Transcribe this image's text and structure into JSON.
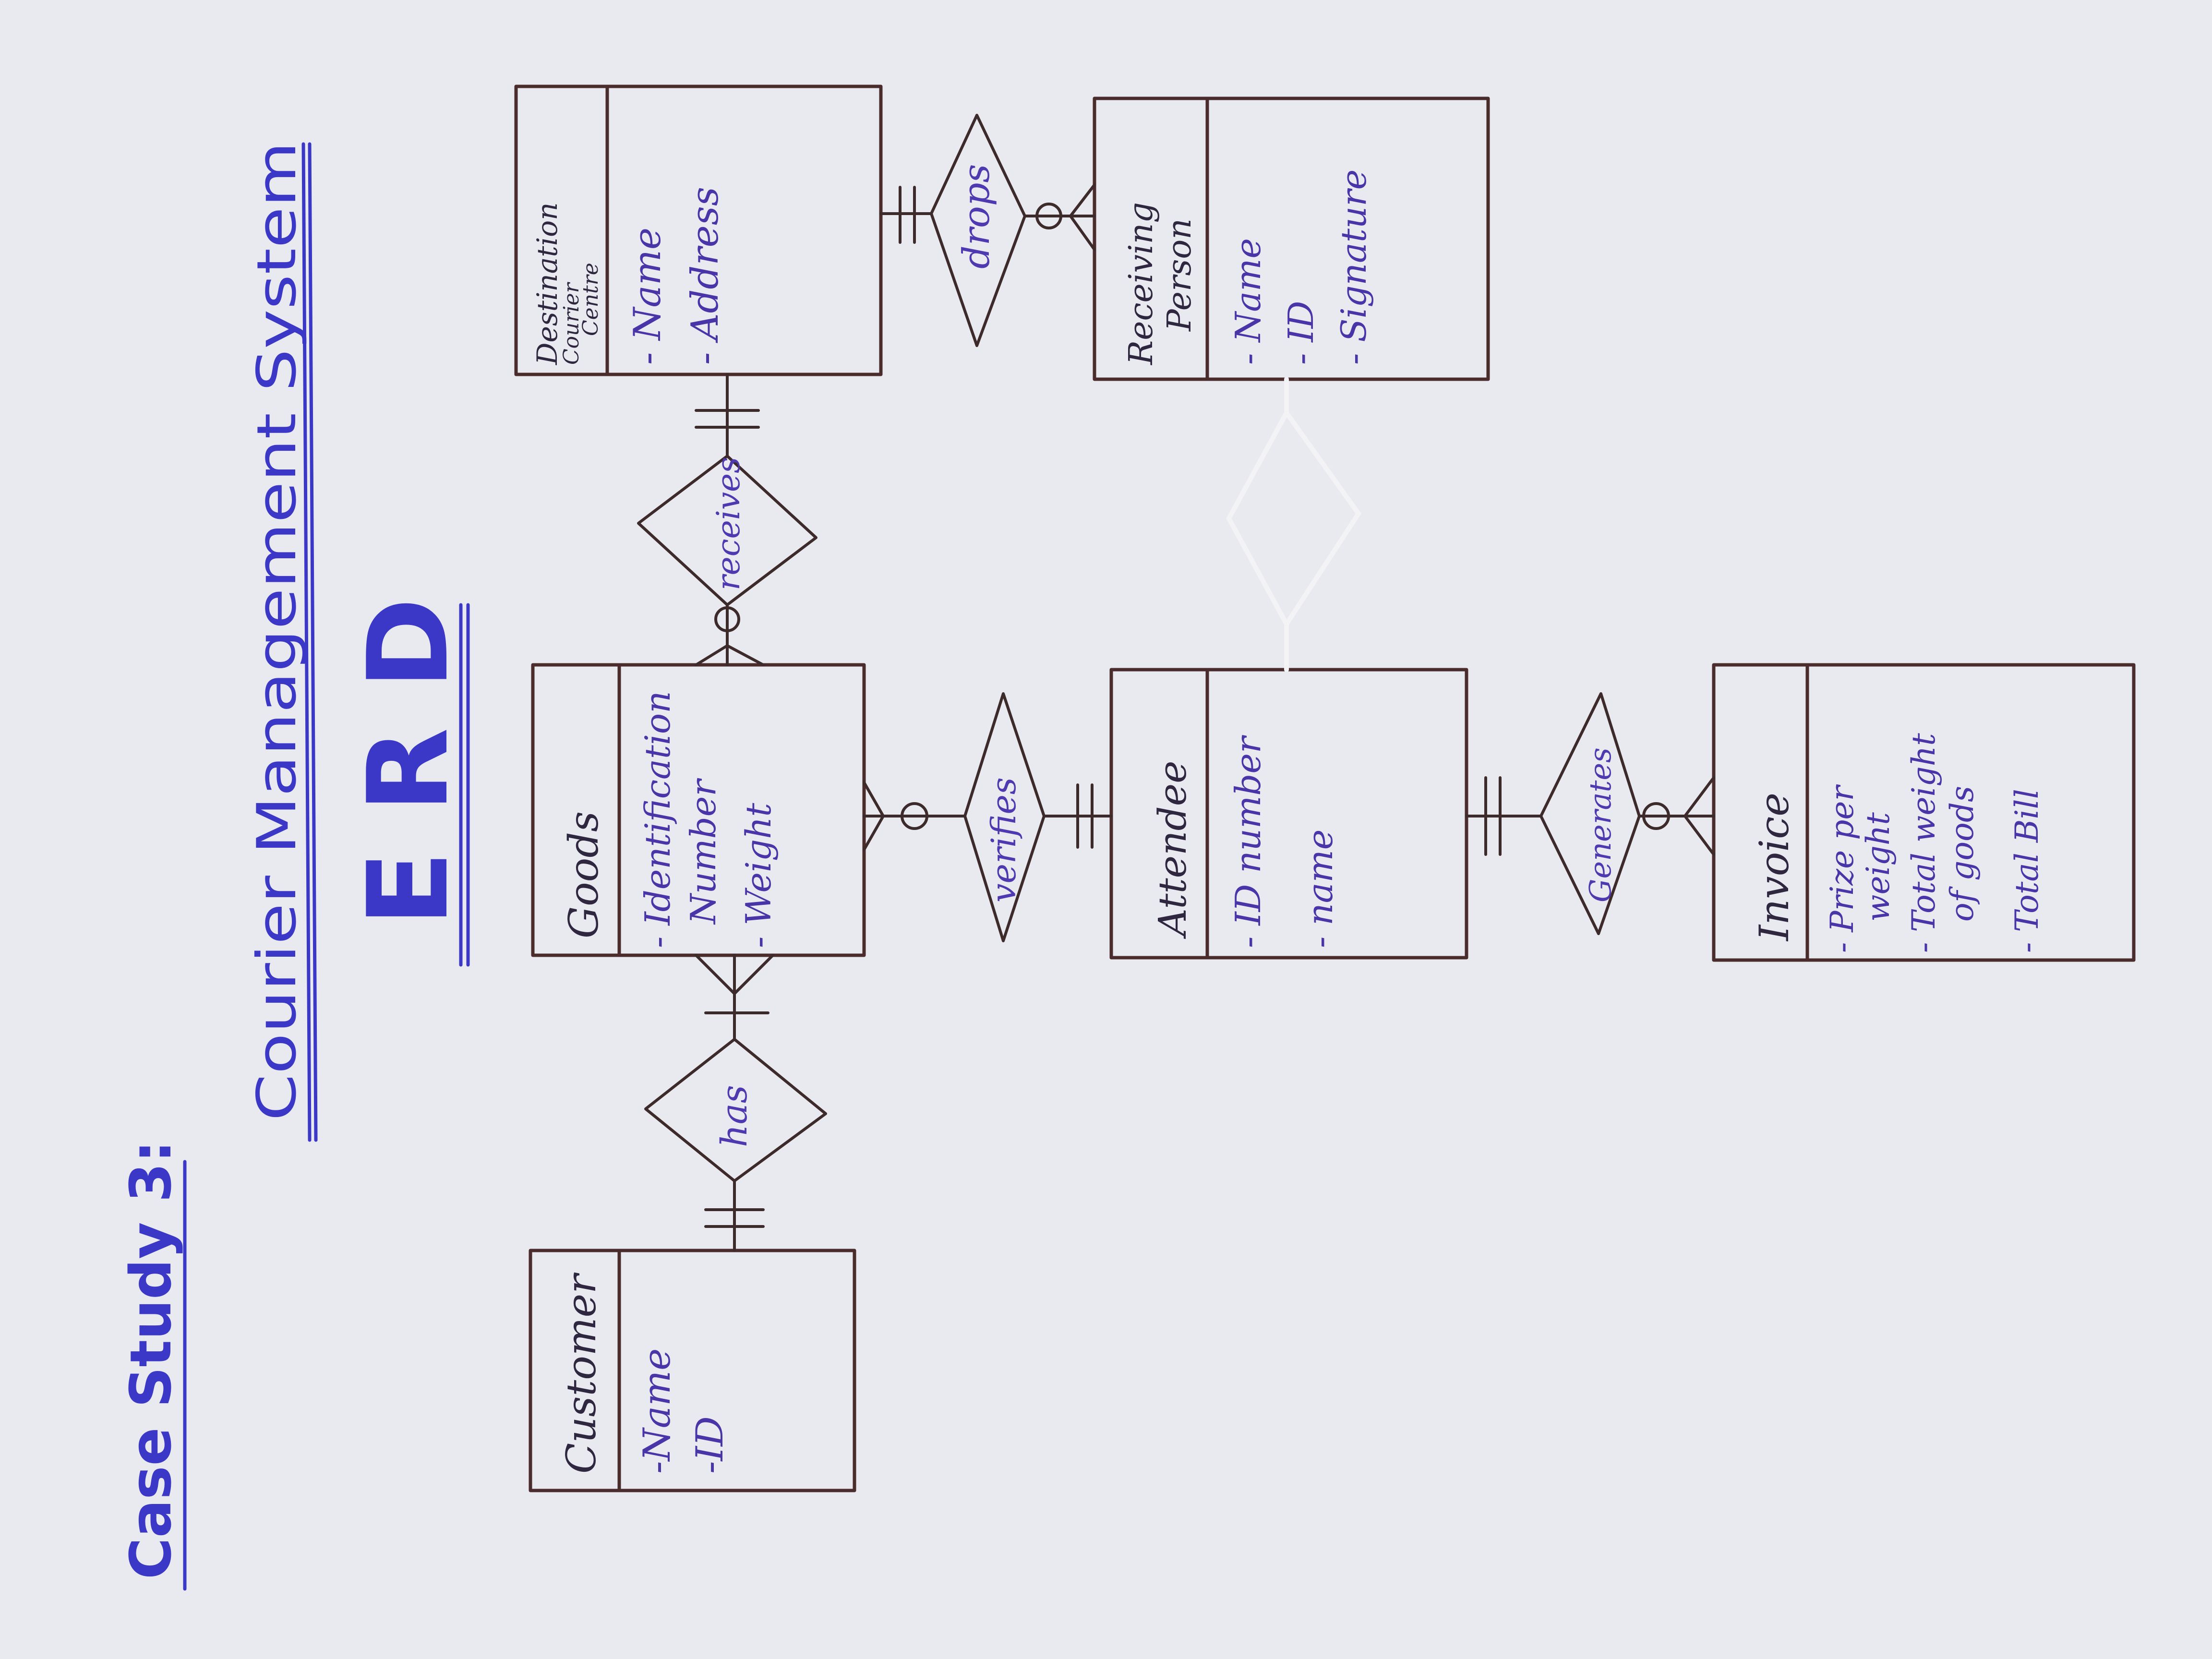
{
  "heading": {
    "case_study": "Case Study 3:",
    "system_title": "Courier Management System",
    "diagram_label": "E R D",
    "ink_color": "#3b38c8"
  },
  "entities": [
    {
      "id": "customer",
      "name": "Customer",
      "attributes": [
        "-Name",
        "-ID"
      ]
    },
    {
      "id": "goods",
      "name": "Goods",
      "attributes": [
        "- Identification",
        "Number",
        "- Weight"
      ]
    },
    {
      "id": "destination",
      "name_lines": [
        "Destination",
        "Courier",
        "Centre"
      ],
      "attributes": [
        "- Name",
        "- Address"
      ]
    },
    {
      "id": "receiving",
      "name_lines": [
        "Receiving",
        "Person"
      ],
      "attributes": [
        "- Name",
        "- ID",
        "- Signature"
      ]
    },
    {
      "id": "attendee",
      "name": "Attendee",
      "attributes": [
        "- ID number",
        "- name"
      ]
    },
    {
      "id": "invoice",
      "name": "Invoice",
      "attributes": [
        "- Prize per",
        "weight",
        "- Total weight",
        "of goods",
        "- Total Bill"
      ]
    }
  ],
  "relationships": [
    {
      "id": "has",
      "label": "has",
      "from": "customer",
      "to": "goods"
    },
    {
      "id": "receives",
      "label": "receives",
      "from": "goods",
      "to": "destination"
    },
    {
      "id": "drops",
      "label": "drops",
      "from": "destination",
      "to": "receiving"
    },
    {
      "id": "verifies",
      "label": "verifies",
      "from": "goods",
      "to": "attendee"
    },
    {
      "id": "generates",
      "label": "Generates",
      "from": "attendee",
      "to": "invoice"
    }
  ],
  "colors": {
    "paper": "#e9eaef",
    "entity_ink": "#4b2c2c",
    "attribute_ink": "#4a35a8"
  }
}
